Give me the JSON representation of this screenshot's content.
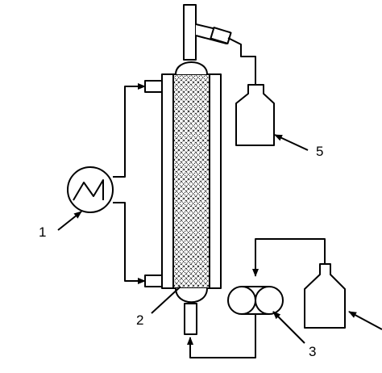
{
  "labels": {
    "heater": "1",
    "column": "2",
    "pump": "3",
    "collector": "5"
  }
}
